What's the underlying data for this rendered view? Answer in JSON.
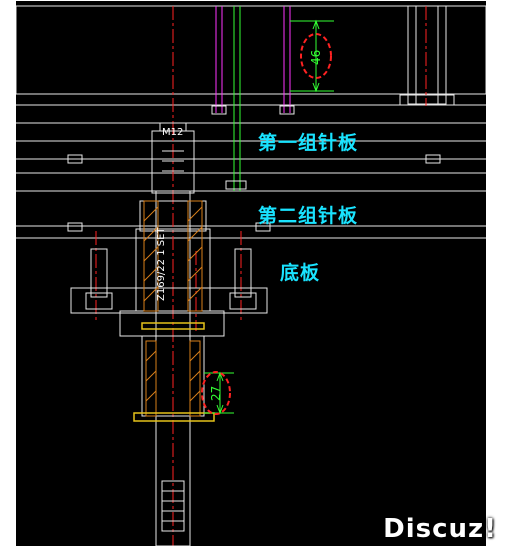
{
  "labels": {
    "plate1": "第一组针板",
    "plate2": "第二组针板",
    "base": "底板"
  },
  "dimensions": {
    "d1": "46",
    "d2": "27"
  },
  "annotations": {
    "part_spec": "Z169/22 1 SET",
    "thread": "M12"
  },
  "watermark": "Discuz!"
}
